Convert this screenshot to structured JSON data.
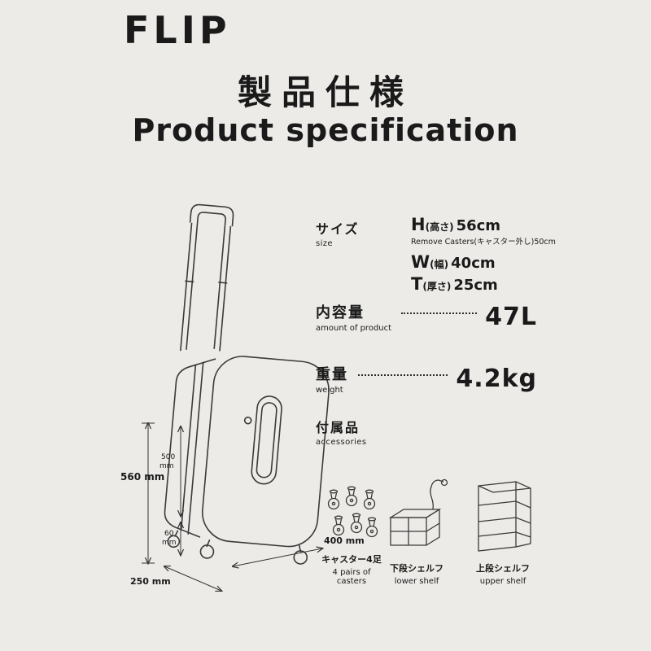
{
  "colors": {
    "background": "#ecebe8",
    "ink": "#1a1a1a",
    "line": "#3a3a3a"
  },
  "brand": "FLIP",
  "header": {
    "title_ja": "製品仕様",
    "title_en": "Product specification"
  },
  "size": {
    "label_ja": "サイズ",
    "label_en": "size",
    "h_prefix": "H",
    "h_sub": "(高さ)",
    "h_value": "56cm",
    "note": "Remove Casters(キャスター外し)50cm",
    "w_prefix": "W",
    "w_sub": "(幅)",
    "w_value": "40cm",
    "t_prefix": "T",
    "t_sub": "(厚さ)",
    "t_value": "25cm"
  },
  "capacity": {
    "label_ja": "内容量",
    "label_en": "amount of product",
    "value": "47L"
  },
  "weight": {
    "label_ja": "重量",
    "label_en": "weight",
    "value": "4.2kg"
  },
  "accessories": {
    "label_ja": "付属品",
    "label_en": "accessories",
    "items": [
      {
        "ja": "キャスター4足",
        "en": "4 pairs of casters"
      },
      {
        "ja": "下段シェルフ",
        "en": "lower shelf"
      },
      {
        "ja": "上段シェルフ",
        "en": "upper shelf"
      }
    ]
  },
  "diagram": {
    "height_total": "560 mm",
    "height_body": "500",
    "caster_height": "60",
    "unit": "mm",
    "width": "400 mm",
    "depth": "250 mm"
  }
}
